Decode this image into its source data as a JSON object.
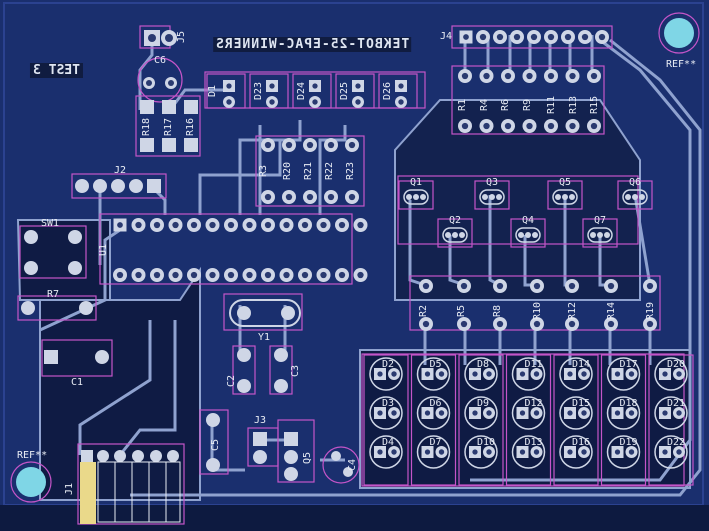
{
  "board": {
    "mirrored_title": "TEKBOT-25-EPAC-WINNERS",
    "mirrored_subtitle": "TEST 3",
    "colors": {
      "board": "#1a2f6e",
      "copper_fill": "#223b82",
      "trace": "#8fa2cf",
      "clearance": "#0b1536",
      "pad": "#cfd6e6",
      "hole": "#2a3a70",
      "courtyard": "#c455c8",
      "text": "#e8ecf4",
      "mounting_hole": "#7fd6e6"
    }
  },
  "labels": {
    "J5": "J5",
    "C6_top": "C6",
    "R18": "R18",
    "R17": "R17",
    "R16": "R16",
    "J2": "J2",
    "U1": "U1",
    "SW1": "SW1",
    "R7": "R7",
    "C1": "C1",
    "Y1": "Y1",
    "C2": "C2",
    "C3": "C3",
    "C5": "C5",
    "J3": "J3",
    "Q5": "Q5",
    "C4": "C4",
    "J4": "J4",
    "REF_top": "REF**",
    "REF_bottom": "REF**",
    "J1": "J1",
    "D1": "D1",
    "D23": "D23",
    "D24": "D24",
    "D25": "D25",
    "D26": "D26",
    "R3": "R3",
    "R20": "R20",
    "R21": "R21",
    "R22": "R22",
    "R23": "R23",
    "R1": "R1",
    "R4": "R4",
    "R6": "R6",
    "R9": "R9",
    "R11": "R11",
    "R13": "R13",
    "R15": "R15",
    "Q1": "Q1",
    "Q2": "Q2",
    "Q3": "Q3",
    "Q4": "Q4",
    "Q5b": "Q5",
    "Q6": "Q6",
    "Q7": "Q7",
    "R2": "R2",
    "R5": "R5",
    "R8": "R8",
    "R10": "R10",
    "R12": "R12",
    "R14": "R14",
    "R19": "R19",
    "D2": "D2",
    "D3": "D3",
    "D4": "D4",
    "D5": "D5",
    "D6": "D6",
    "D7": "D7",
    "D8": "D8",
    "D9": "D9",
    "D10": "D10",
    "D11": "D11",
    "D12": "D12",
    "D13": "D13",
    "D14": "D14",
    "D15": "D15",
    "D16": "D16",
    "D17": "D17",
    "D18": "D18",
    "D19": "D19",
    "D20": "D20",
    "D21": "D21",
    "D22": "D22"
  }
}
